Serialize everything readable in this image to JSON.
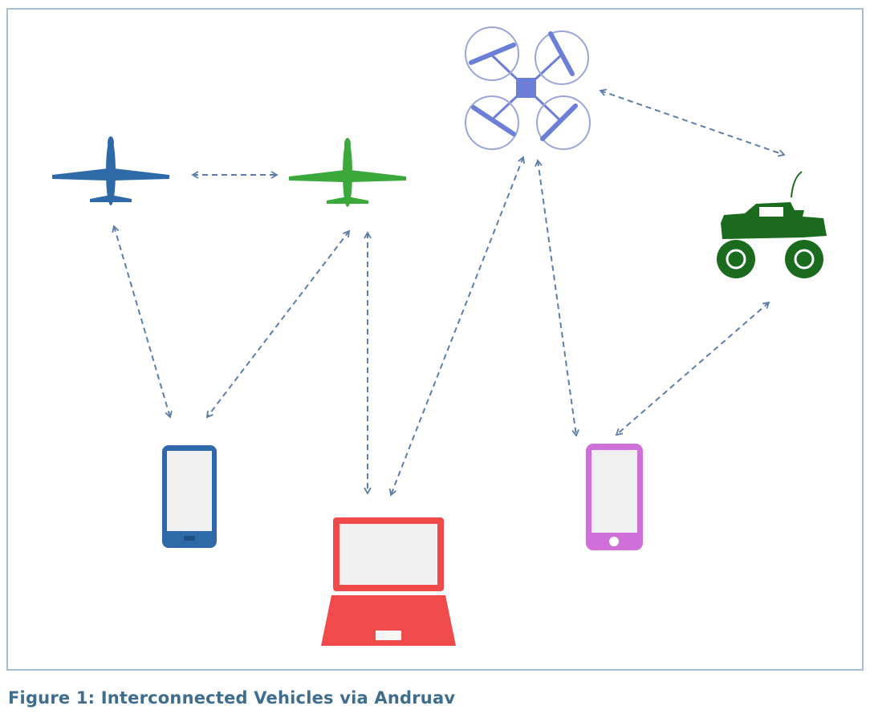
{
  "caption": "Figure 1: Interconnected Vehicles via Andruav",
  "nodes": [
    {
      "id": "plane-blue",
      "icon": "fixed-wing-plane-icon",
      "color": "#2e6aa8"
    },
    {
      "id": "plane-green",
      "icon": "fixed-wing-plane-icon",
      "color": "#3aa83a"
    },
    {
      "id": "quadcopter",
      "icon": "quadcopter-icon",
      "color": "#6b7fd7"
    },
    {
      "id": "rover",
      "icon": "rc-truck-icon",
      "color": "#1b6b1f"
    },
    {
      "id": "phone-blue",
      "icon": "smartphone-icon",
      "color": "#2e6aa8"
    },
    {
      "id": "laptop",
      "icon": "laptop-icon",
      "color": "#f04a4a"
    },
    {
      "id": "phone-pink",
      "icon": "smartphone-icon",
      "color": "#cf6fd8"
    }
  ],
  "links": [
    [
      "plane-blue",
      "plane-green"
    ],
    [
      "plane-blue",
      "phone-blue"
    ],
    [
      "plane-green",
      "phone-blue"
    ],
    [
      "plane-green",
      "laptop"
    ],
    [
      "quadcopter",
      "laptop"
    ],
    [
      "quadcopter",
      "phone-pink"
    ],
    [
      "quadcopter",
      "rover"
    ],
    [
      "rover",
      "phone-pink"
    ]
  ],
  "colors": {
    "frame": "#a9bccd",
    "link": "#5b7fa8",
    "caption": "#3f6d8e"
  }
}
